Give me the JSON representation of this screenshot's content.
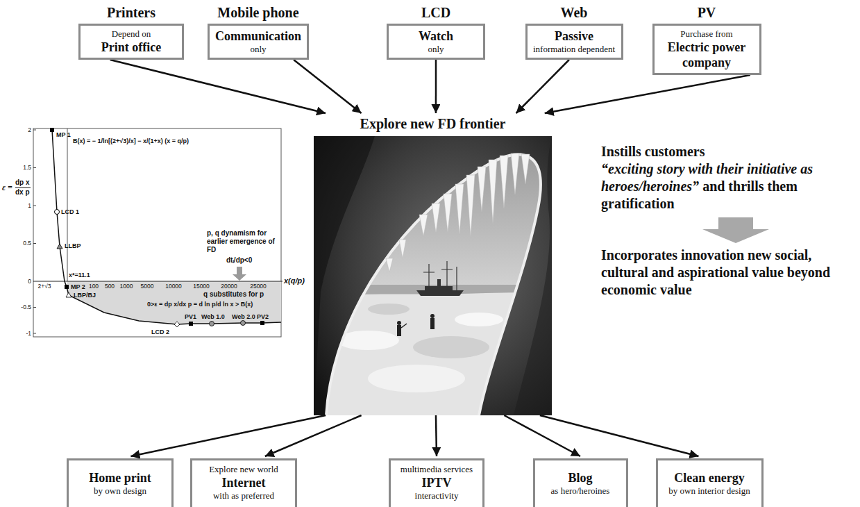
{
  "diagram": {
    "nodes": [
      {
        "text": [
          "Printers",
          "Depend on",
          "Print office"
        ]
      },
      {
        "text": [
          "Mobile phone",
          "Communication",
          "only"
        ]
      },
      {
        "text": [
          "LCD",
          "Watch",
          "only"
        ]
      },
      {
        "text": [
          "Web",
          "Passive",
          "information dependent"
        ]
      },
      {
        "text": [
          "PV",
          "Purchase from",
          "Electric power company"
        ]
      },
      {
        "text": [
          "Explore new FD frontier"
        ]
      },
      {
        "text": [
          "Home print",
          "by own design"
        ]
      },
      {
        "text": [
          "Explore new world",
          "Internet",
          "with as preferred"
        ]
      },
      {
        "text": [
          "multimedia services",
          "IPTV",
          "interactivity"
        ]
      },
      {
        "text": [
          "Blog",
          "as hero/heroines"
        ]
      },
      {
        "text": [
          "Clean energy",
          "by own interior design"
        ]
      }
    ],
    "edges": [
      {
        "from": 0,
        "to": 5,
        "arrow": "to"
      },
      {
        "from": 1,
        "to": 5,
        "arrow": "to"
      },
      {
        "from": 2,
        "to": 5,
        "arrow": "to"
      },
      {
        "from": 3,
        "to": 5,
        "arrow": "to"
      },
      {
        "from": 4,
        "to": 5,
        "arrow": "to"
      },
      {
        "from": 5,
        "to": 6,
        "arrow": "to"
      },
      {
        "from": 5,
        "to": 7,
        "arrow": "to"
      },
      {
        "from": 5,
        "to": 8,
        "arrow": "to"
      },
      {
        "from": 5,
        "to": 9,
        "arrow": "to"
      },
      {
        "from": 5,
        "to": 10,
        "arrow": "to"
      }
    ],
    "labels": [
      "Instills customers",
      "“exciting story with their initiative as heroes/heroines”",
      "and thrills them gratification",
      "Incorporates innovation new social, cultural and aspirational value beyond economic value",
      "ε =",
      "dp x",
      "dx p",
      "B(x) = − 1/ln[(2+√3)/x] − x/(1+x) (x = q/p)",
      "MP 1",
      "LCD 1",
      "LLBP",
      "x*=11.1",
      "MP 2",
      "LBP/BJ",
      "LCD 2",
      "PV1",
      "Web 1.0",
      "Web 2.0",
      "PV2",
      "p, q dynamism for earlier emergence of FD",
      "dtᵢ/dp<0",
      "q substitutes for p",
      "0>ε = dp x/dx p = d ln p/d ln x > B(x)",
      "x(q/p)",
      "2",
      "1.5",
      "1",
      "0.5",
      "0",
      "-0.5",
      "-1",
      "2+√3",
      "100",
      "500",
      "1000",
      "5000",
      "10000",
      "15000",
      "20000",
      "25000"
    ]
  }
}
